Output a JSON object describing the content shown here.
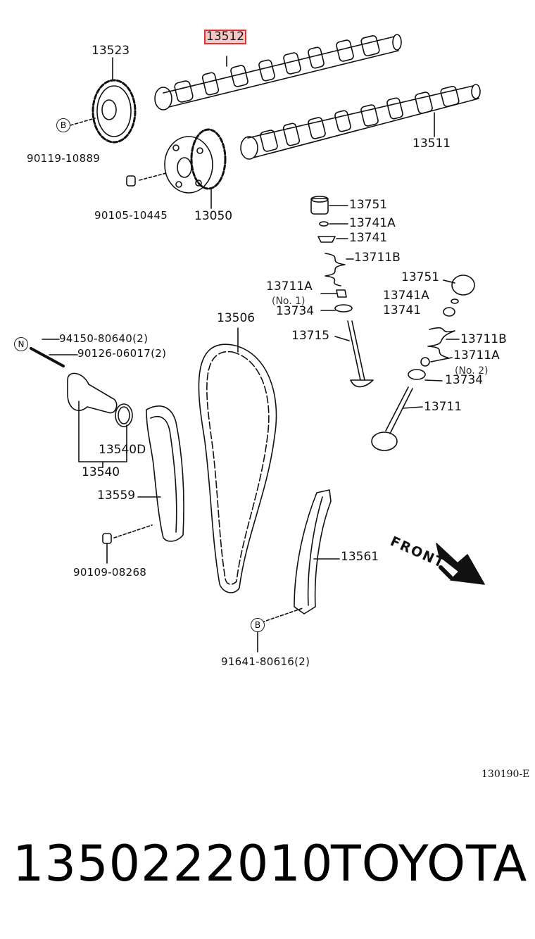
{
  "parts": {
    "p13512": "13512",
    "p13523": "13523",
    "p90119": "90119-10889",
    "p13511": "13511",
    "p90105": "90105-10445",
    "p13050": "13050",
    "p13751a": "13751",
    "p13741Aa": "13741A",
    "p13741a": "13741",
    "p13711Ba": "13711B",
    "p13711Aa": "13711A",
    "no1": "(No. 1)",
    "p13734a": "13734",
    "p13506": "13506",
    "p13715": "13715",
    "p13751b": "13751",
    "p13741Ab": "13741A",
    "p13741b": "13741",
    "p13711Bb": "13711B",
    "p13711Ab": "13711A",
    "no2": "(No. 2)",
    "p13734b": "13734",
    "p13711": "13711",
    "p94150": "94150-80640(2)",
    "p90126": "90126-06017(2)",
    "p13540D": "13540D",
    "p13540": "13540",
    "p13559": "13559",
    "p90109": "90109-08268",
    "p13561": "13561",
    "p91641": "91641-80616(2)"
  },
  "markers": {
    "b1": "B",
    "n": "N",
    "b2": "B"
  },
  "front_label": "FRONT",
  "diagram_code": "130190-E",
  "footer": {
    "part_number": "1350222010",
    "brand": "TOYOTA"
  }
}
